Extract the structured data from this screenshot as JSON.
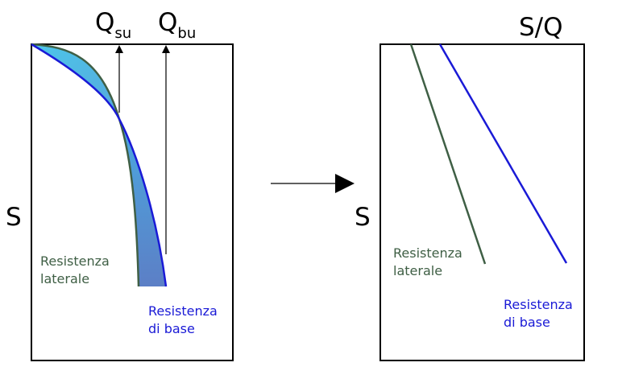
{
  "left_panel": {
    "q_su": {
      "main": "Q",
      "sub": "su"
    },
    "q_bu": {
      "main": "Q",
      "sub": "bu"
    },
    "axis_label": "S",
    "lateral_label": [
      "Resistenza",
      "laterale"
    ],
    "base_label": [
      "Resistenza",
      "di base"
    ]
  },
  "right_panel": {
    "title": "S/Q",
    "axis_label": "S",
    "lateral_label": [
      "Resistenza",
      "laterale"
    ],
    "base_label": [
      "Resistenza",
      "di base"
    ]
  },
  "colors": {
    "lateral_curve": "#3f5f45",
    "base_curve": "#1a1ad6",
    "fill_light": "#4cc6ea",
    "fill_dark": "#5b82c8",
    "frame": "#000000"
  },
  "icons": [
    "transition-arrow-icon",
    "upward-arrow-icon"
  ]
}
